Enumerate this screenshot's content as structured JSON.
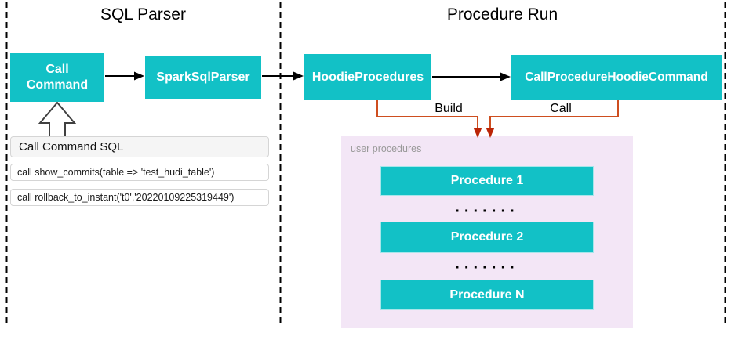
{
  "diagram": {
    "sections": {
      "sql_parser": {
        "title": "SQL Parser"
      },
      "procedure_run": {
        "title": "Procedure Run"
      }
    },
    "nodes": {
      "call_command": "Call\nCommand",
      "spark_sql_parser": "SparkSqlParser",
      "hoodie_procedures": "HoodieProcedures",
      "call_procedure_hoodie_command": "CallProcedureHoodieCommand"
    },
    "connectors": {
      "build_label": "Build",
      "call_label": "Call"
    },
    "sql_panel": {
      "title": "Call Command SQL",
      "commands": [
        "call show_commits(table => 'test_hudi_table')",
        "call rollback_to_instant('t0','20220109225319449')"
      ]
    },
    "user_procedures": {
      "label": "user procedures",
      "items": [
        "Procedure 1",
        "Procedure 2",
        "Procedure N"
      ],
      "ellipsis": "·······"
    },
    "colors": {
      "node_fill": "#12c1c6",
      "node_text": "#ffffff",
      "connector_orange": "#ce4e1f",
      "connector_arrowhead": "#bb2507",
      "container_fill": "#f3e6f6",
      "container_label_text": "#999999",
      "flow_arrow": "#000000"
    }
  }
}
